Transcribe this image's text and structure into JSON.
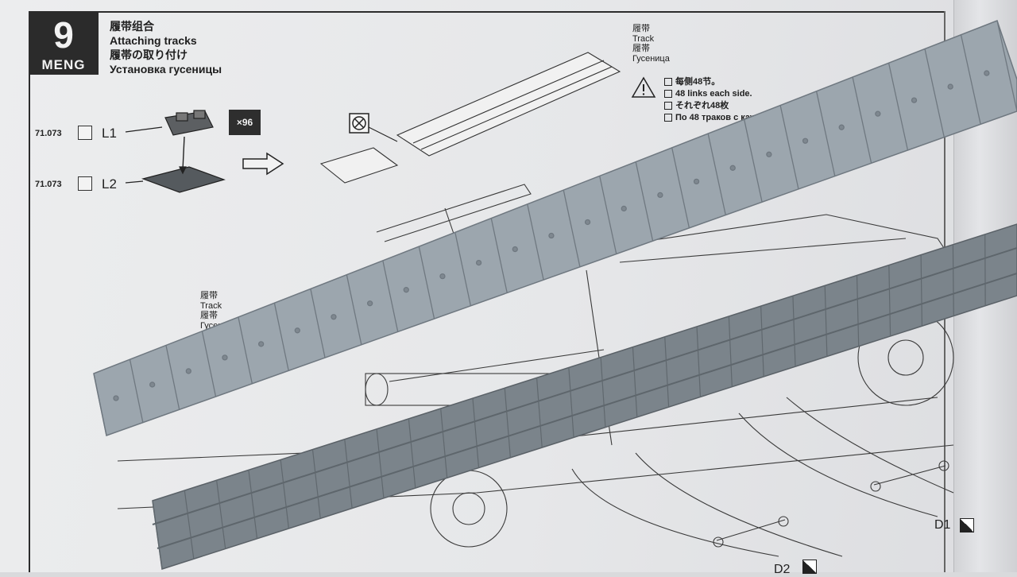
{
  "step": {
    "number": "9",
    "logo": "MENG"
  },
  "title": {
    "zh": "履带组合",
    "en": "Attaching tracks",
    "jp": "履帯の取り付け",
    "ru": "Установка гусеницы"
  },
  "parts": [
    {
      "number": "71.073",
      "name": "L1"
    },
    {
      "number": "71.073",
      "name": "L2"
    }
  ],
  "quantity": "×96",
  "track_label_top": {
    "zh": "履带",
    "en": "Track",
    "jp": "履帯",
    "ru": "Гусеница"
  },
  "track_label_left": {
    "zh": "履带",
    "en": "Track",
    "jp": "履帯",
    "ru": "Гусеница"
  },
  "notes": [
    "每侧48节。",
    "48 links each side.",
    "それぞれ48枚",
    "По 48 траков с каждой стороны."
  ],
  "tags": {
    "d1": "D1",
    "d2": "D2"
  },
  "icons": {
    "clip": "sprue-clip-icon",
    "warning": "warning-triangle-icon",
    "glue": "no-glue-icon",
    "cut": "cut-mark-icon",
    "arrow": "right-arrow-icon"
  },
  "colors": {
    "track": "#9ba5ad",
    "track_shadow": "#6f7880",
    "ink": "#2b2b2b",
    "paper": "#e8e9eb"
  }
}
